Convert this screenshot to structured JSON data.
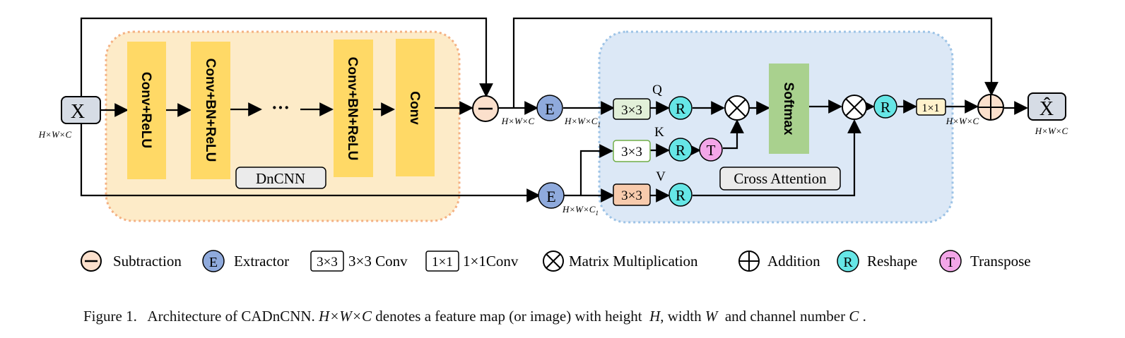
{
  "blocks": {
    "conv_relu": "Conv+ReLU",
    "conv_bn_relu_1": "Conv+BN+ReLU",
    "ellipsis": "···",
    "conv_bn_relu_2": "Conv+BN+ReLU",
    "conv": "Conv",
    "dncnn_label": "DnCNN",
    "softmax": "Softmax",
    "cross_attention_label": "Cross Attention"
  },
  "nodes": {
    "x": "X",
    "x_hat": "X̂",
    "e": "E",
    "r": "R",
    "t": "T",
    "conv3": "3×3",
    "conv1": "1×1",
    "q": "Q",
    "k": "K",
    "v": "V"
  },
  "dims": {
    "hwc": "H×W×C",
    "hwc1_base": "H×W×C",
    "hwc1_sub": "1"
  },
  "legend": {
    "subtraction": "Subtraction",
    "extractor_symbol": "E",
    "extractor": "Extractor",
    "conv3_symbol": "3×3",
    "conv3": "3×3 Conv",
    "conv1_symbol": "1×1",
    "conv1": "1×1Conv",
    "matmul": "Matrix Multiplication",
    "addition": "Addition",
    "reshape_symbol": "R",
    "reshape": "Reshape",
    "transpose_symbol": "T",
    "transpose": "Transpose"
  },
  "caption": {
    "fig": "Figure 1.",
    "text1": "Architecture of CADnCNN.",
    "hwc": "H×W×C",
    "text2": "denotes a feature map (or image) with height",
    "h": "H",
    "text3": ", width",
    "w": "W",
    "text4": "and channel number",
    "c": "C",
    "text5": "."
  },
  "colors": {
    "dncnn_bg": "#fdebc8",
    "dncnn_border": "#f4b183",
    "attn_bg": "#dce8f6",
    "attn_border": "#9dc3e6",
    "conv_block": "#ffd966",
    "softmax": "#a9d18e",
    "extractor": "#8faadc",
    "reshape": "#66e6e6",
    "transpose": "#f3a6e8",
    "subtract": "#fbe0cc",
    "conv3_q": "#e2f0d9",
    "conv3_v": "#f8cbad",
    "conv1": "#fff2cc"
  }
}
